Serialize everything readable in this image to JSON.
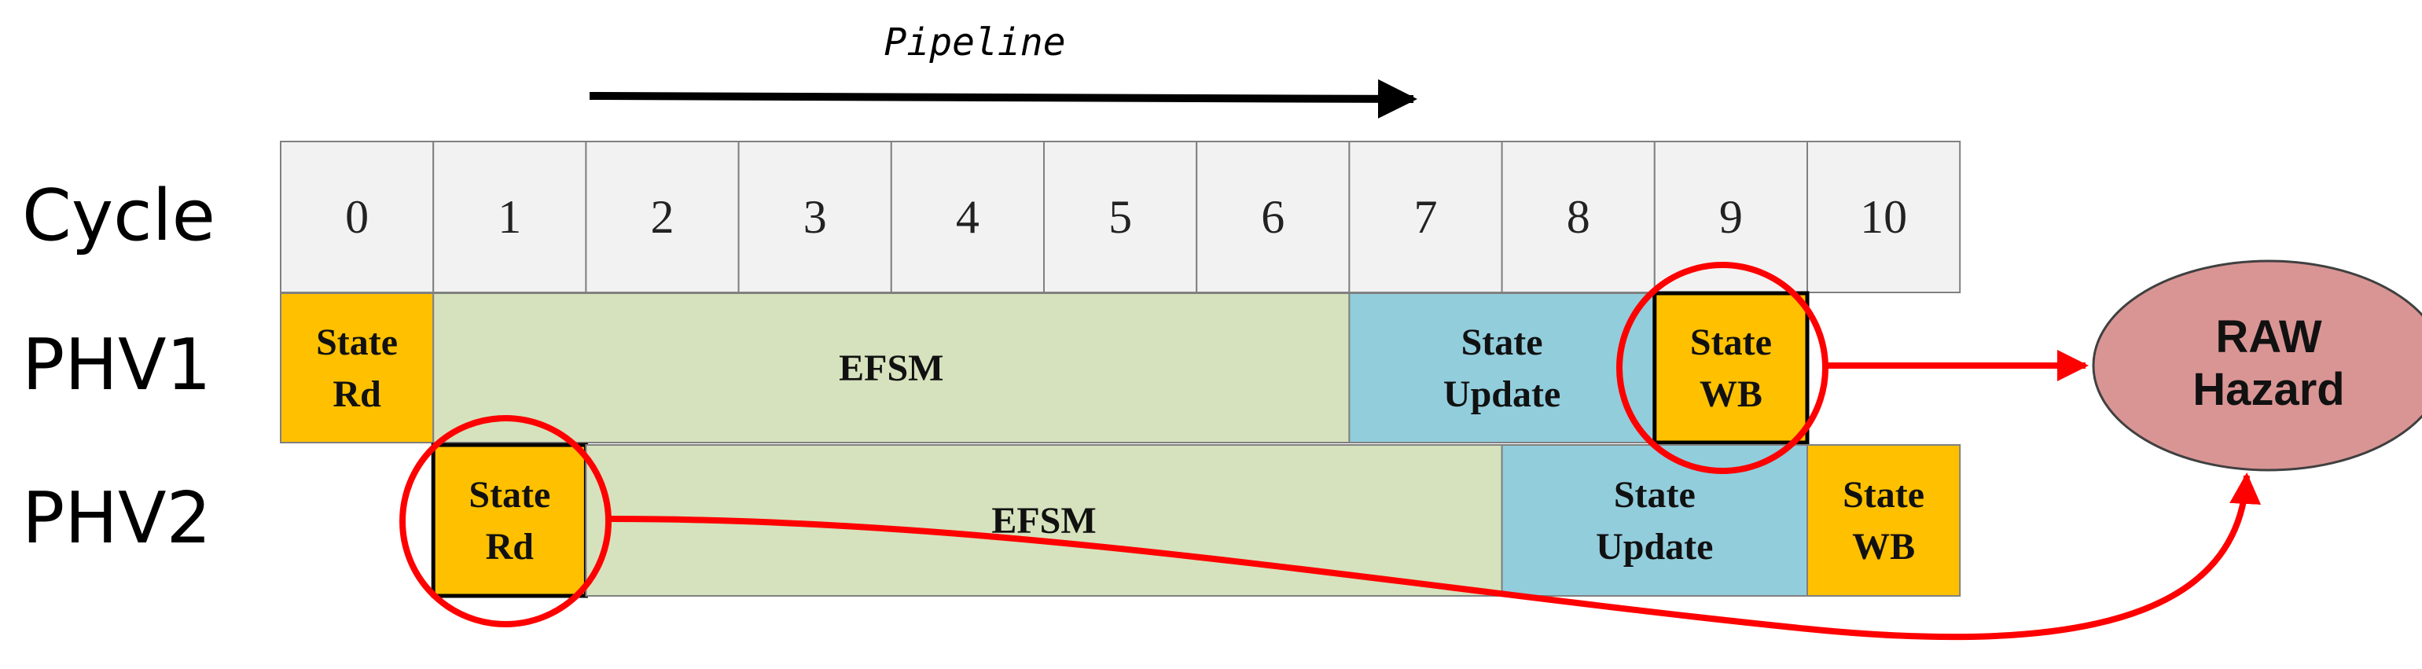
{
  "title": "Pipeline",
  "row_labels": {
    "cycle": "Cycle",
    "phv1": "PHV1",
    "phv2": "PHV2"
  },
  "cycles": [
    "0",
    "1",
    "2",
    "3",
    "4",
    "5",
    "6",
    "7",
    "8",
    "9",
    "10"
  ],
  "phv1_stages": [
    {
      "name": "state-rd",
      "lines": [
        "State",
        "Rd"
      ],
      "start": 0,
      "end": 1,
      "kind": "state"
    },
    {
      "name": "efsm",
      "lines": [
        "EFSM"
      ],
      "start": 1,
      "end": 7,
      "kind": "efsm"
    },
    {
      "name": "state-update",
      "lines": [
        "State",
        "Update"
      ],
      "start": 7,
      "end": 9,
      "kind": "update"
    },
    {
      "name": "state-wb",
      "lines": [
        "State",
        "WB"
      ],
      "start": 9,
      "end": 10,
      "kind": "state",
      "highlight": true
    }
  ],
  "phv2_stages": [
    {
      "name": "state-rd",
      "lines": [
        "State",
        "Rd"
      ],
      "start": 1,
      "end": 2,
      "kind": "state",
      "highlight": true
    },
    {
      "name": "efsm",
      "lines": [
        "EFSM"
      ],
      "start": 2,
      "end": 8,
      "kind": "efsm"
    },
    {
      "name": "state-update",
      "lines": [
        "State",
        "Update"
      ],
      "start": 8,
      "end": 10,
      "kind": "update"
    },
    {
      "name": "state-wb",
      "lines": [
        "State",
        "WB"
      ],
      "start": 10,
      "end": 11,
      "kind": "state"
    }
  ],
  "hazard": {
    "lines": [
      "RAW",
      "Hazard"
    ]
  },
  "colors": {
    "cycle_fill": "#f2f2f2",
    "cycle_border": "#808080",
    "state_fill": "#ffc000",
    "efsm_fill": "#d6e2bd",
    "update_fill": "#92cddc",
    "hazard_fill": "#d99594",
    "accent_red": "#ff0000",
    "text": "#000000"
  }
}
